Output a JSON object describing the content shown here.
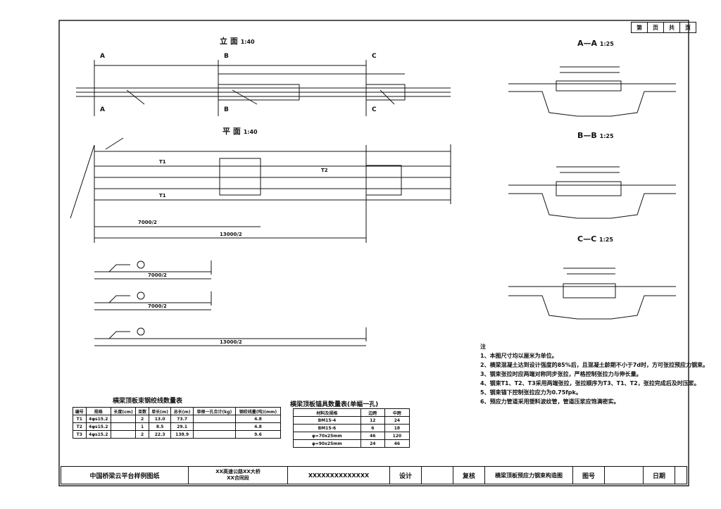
{
  "sheet_box": [
    "第",
    "页",
    "共",
    "页"
  ],
  "views": {
    "elevation": {
      "title": "立 面",
      "scale": "1:40"
    },
    "plan": {
      "title": "平 面",
      "scale": "1:40"
    },
    "section_a": {
      "title": "A—A",
      "scale": "1:25"
    },
    "section_b": {
      "title": "B—B",
      "scale": "1:25"
    },
    "section_c": {
      "title": "C—C",
      "scale": "1:25"
    }
  },
  "section_labels": {
    "a": "A",
    "b": "B",
    "c": "C"
  },
  "tendons": {
    "t1": "T1",
    "t2": "T2"
  },
  "dims": {
    "d7000_2": "7000/2",
    "d13000_2": "13000/2"
  },
  "tables": {
    "steel": {
      "title": "横梁顶板束钢绞线数量表",
      "headers": [
        "编号",
        "规格",
        "长度(cm)",
        "束数",
        "单长(m)",
        "总长(m)",
        "单根一孔合计(kg)",
        "钢绞线量(吨)(mm)"
      ],
      "rows": [
        [
          "T1",
          "4φs15.2",
          "",
          "2",
          "13.0",
          "73.7",
          "",
          "4.8"
        ],
        [
          "T2",
          "4φs15.2",
          "",
          "1",
          "8.5",
          "29.1",
          "",
          "4.8"
        ],
        [
          "T3",
          "4φs15.2",
          "",
          "2",
          "22.3",
          "138.9",
          "",
          "9.6"
        ]
      ]
    },
    "anchor": {
      "title": "横梁顶板锚具数量表(单幅一孔)",
      "headers": [
        "材料及规格",
        "边跨",
        "中跨"
      ],
      "rows": [
        [
          "BM15-4",
          "12",
          "24"
        ],
        [
          "BM15-6",
          "6",
          "18"
        ],
        [
          "φ=70x25mm",
          "46",
          "120"
        ],
        [
          "φ=90x25mm",
          "24",
          "46"
        ]
      ]
    }
  },
  "notes": {
    "heading": "注",
    "items": [
      "1、本图尺寸均以厘米为单位。",
      "2、横梁混凝土达到设计强度的85%后，且混凝土龄期不小于7d时，方可张拉预应力钢束。",
      "3、钢束张拉时应两端对称同步张拉，严格控制张拉力与伸长量。",
      "4、钢束T1、T2、T3采用两端张拉，张拉顺序为T3、T1、T2，张拉完成后及时压浆。",
      "5、钢束锚下控制张拉应力为0.75fpk。",
      "6、预应力管道采用塑料波纹管，管道压浆应饱满密实。"
    ]
  },
  "title_block": {
    "company": "中国桥梁云平台样例图纸",
    "project": "XX高速公路XX大桥",
    "project_sub": "XX合同段",
    "drawing_no": "XXXXXXXXXXXXXX",
    "design_label": "设计",
    "review_label": "复核",
    "drawing_title": "横梁顶板预应力钢束构造图",
    "number_label": "图号",
    "date_label": "日期"
  }
}
